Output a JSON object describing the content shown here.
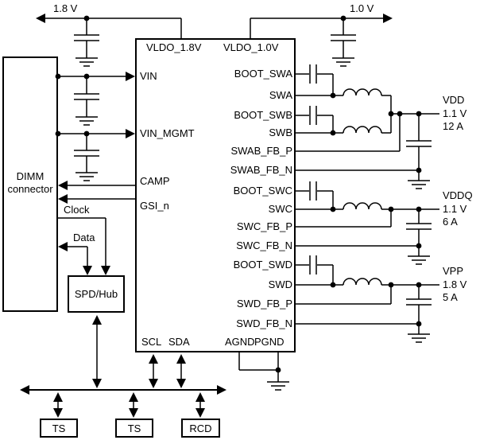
{
  "power_inputs": {
    "v18": "1.8 V",
    "v10": "1.0 V"
  },
  "ic": {
    "top_pins": [
      "VLDO_1.8V",
      "VLDO_1.0V"
    ],
    "left_pins": [
      "VIN",
      "VIN_MGMT",
      "CAMP",
      "GSI_n"
    ],
    "right_pins": [
      "BOOT_SWA",
      "SWA",
      "BOOT_SWB",
      "SWB",
      "SWAB_FB_P",
      "SWAB_FB_N",
      "BOOT_SWC",
      "SWC",
      "SWC_FB_P",
      "SWC_FB_N",
      "BOOT_SWD",
      "SWD",
      "SWD_FB_P",
      "SWD_FB_N"
    ],
    "bottom_pins": [
      "SCL",
      "SDA",
      "AGND",
      "PGND"
    ]
  },
  "blocks": {
    "dimm_line1": "DIMM",
    "dimm_line2": "connector",
    "spd_hub": "SPD/Hub",
    "ts1": "TS",
    "ts2": "TS",
    "rcd": "RCD"
  },
  "signals": {
    "clock": "Clock",
    "data": "Data"
  },
  "outputs": [
    {
      "name": "VDD",
      "voltage": "1.1 V",
      "current": "12 A"
    },
    {
      "name": "VDDQ",
      "voltage": "1.1 V",
      "current": "6 A"
    },
    {
      "name": "VPP",
      "voltage": "1.8 V",
      "current": "5 A"
    }
  ],
  "colors": {
    "line": "#000000",
    "background": "#ffffff",
    "text": "#000000"
  }
}
